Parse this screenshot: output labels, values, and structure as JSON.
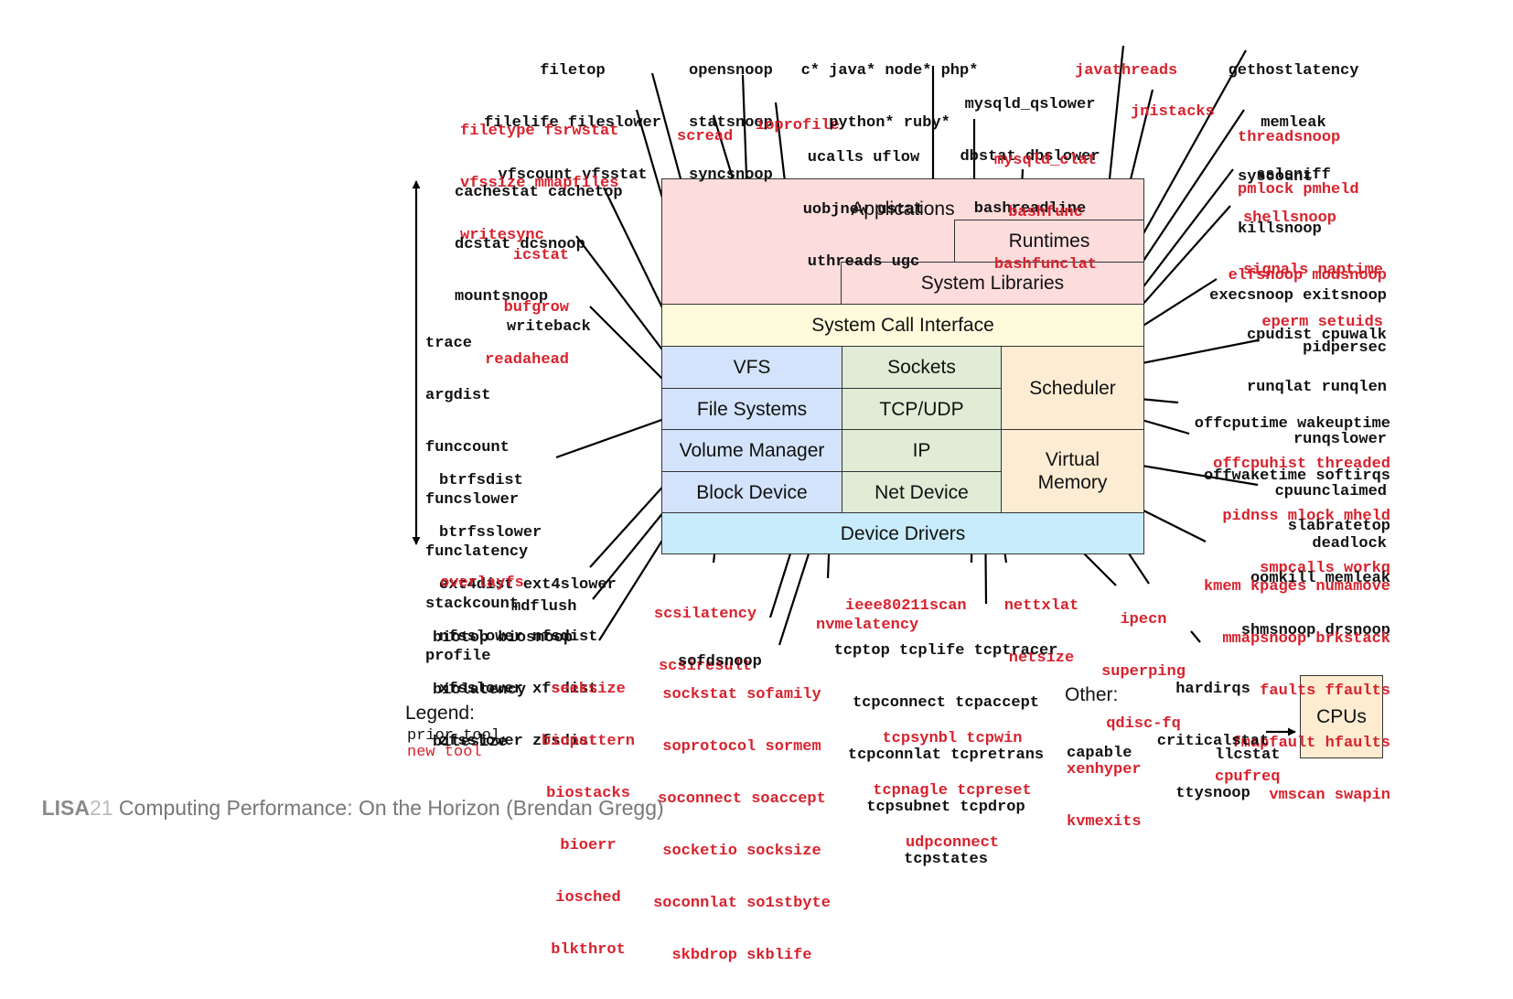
{
  "diagram": {
    "colors": {
      "prior_tool": "#111111",
      "new_tool": "#d8222d",
      "applications": "#fddcdc",
      "syscall": "#fefbdc",
      "storage": "#d3e3fb",
      "network": "#e0ecd6",
      "cpu_mem": "#fdecd4",
      "drivers": "#c8ecfb",
      "cpus": "#fdecd0"
    },
    "layers": {
      "applications": "Applications",
      "runtimes": "Runtimes",
      "system_libraries": "System Libraries",
      "system_call_interface": "System Call Interface",
      "vfs": "VFS",
      "file_systems": "File Systems",
      "volume_manager": "Volume Manager",
      "block_device": "Block Device",
      "sockets": "Sockets",
      "tcp_udp": "TCP/UDP",
      "ip": "IP",
      "net_device": "Net Device",
      "scheduler": "Scheduler",
      "virtual_memory_1": "Virtual",
      "virtual_memory_2": "Memory",
      "device_drivers": "Device Drivers",
      "cpus": "CPUs"
    },
    "tool_groups": [
      {
        "id": "filetop",
        "new": false,
        "lines": [
          "filetop",
          "filelife fileslower",
          "vfscount vfsstat"
        ]
      },
      {
        "id": "filetype",
        "new": true,
        "lines": [
          "filetype fsrwstat",
          "vfssize mmapfiles",
          "writesync"
        ]
      },
      {
        "id": "opensnoop",
        "new": false,
        "lines": [
          "opensnoop",
          "statsnoop",
          "syncsnoop"
        ]
      },
      {
        "id": "scread",
        "new": true,
        "lines": [
          "scread"
        ]
      },
      {
        "id": "ioprofile",
        "new": true,
        "lines": [
          "ioprofile"
        ]
      },
      {
        "id": "usdt",
        "new": false,
        "lines": [
          "c* java* node* php*",
          "python* ruby*"
        ]
      },
      {
        "id": "ucalls",
        "new": false,
        "lines": [
          "ucalls uflow",
          "uobjnew ustat",
          "uthreads ugc"
        ]
      },
      {
        "id": "mysqld",
        "new": false,
        "lines": [
          "mysqld_qslower",
          "dbstat dbslower",
          "bashreadline"
        ]
      },
      {
        "id": "mysqld_clat",
        "new": true,
        "lines": [
          "mysqld_clat",
          "bashfunc",
          "bashfunclat"
        ]
      },
      {
        "id": "javathreads",
        "new": true,
        "lines": [
          "javathreads"
        ]
      },
      {
        "id": "jnistacks",
        "new": true,
        "lines": [
          "jnistacks"
        ]
      },
      {
        "id": "gethostlatency",
        "new": false,
        "lines": [
          "gethostlatency",
          "memleak",
          "sslsniff"
        ]
      },
      {
        "id": "threadsnoop",
        "new": true,
        "lines": [
          "threadsnoop",
          "pmlock pmheld"
        ]
      },
      {
        "id": "syscount",
        "new": false,
        "lines": [
          "syscount",
          "killsnoop"
        ]
      },
      {
        "id": "shellsnoop",
        "new": true,
        "lines": [
          "shellsnoop",
          "signals naptime",
          "eperm setuids"
        ]
      },
      {
        "id": "elfsnoop",
        "new": true,
        "lines": [
          "elfsnoop modsnoop"
        ]
      },
      {
        "id": "execsnoop",
        "new": false,
        "lines": [
          "execsnoop exitsnoop",
          "pidpersec"
        ]
      },
      {
        "id": "cpudist",
        "new": false,
        "lines": [
          "cpudist cpuwalk",
          "runqlat runqlen",
          "runqslower",
          "cpuunclaimed",
          "deadlock"
        ]
      },
      {
        "id": "offcputime",
        "new": false,
        "lines": [
          "offcputime wakeuptime",
          "offwaketime softirqs"
        ]
      },
      {
        "id": "offcpuhist",
        "new": true,
        "lines": [
          "offcpuhist threaded",
          "pidnss mlock mheld",
          "smpcalls workq"
        ]
      },
      {
        "id": "slabratetop",
        "new": false,
        "lines": [
          "slabratetop",
          "oomkill memleak",
          "shmsnoop drsnoop"
        ]
      },
      {
        "id": "kmem",
        "new": true,
        "lines": [
          "kmem kpages numamove",
          "mmapsnoop brkstack",
          "faults ffaults",
          "fmapfault hfaults",
          "vmscan swapin"
        ]
      },
      {
        "id": "cachestat",
        "new": false,
        "lines": [
          "cachestat cachetop",
          "dcstat dcsnoop",
          "mountsnoop"
        ]
      },
      {
        "id": "icstat",
        "new": true,
        "lines": [
          "icstat",
          "bufgrow",
          "readahead"
        ]
      },
      {
        "id": "writeback",
        "new": false,
        "lines": [
          "writeback"
        ]
      },
      {
        "id": "trace",
        "new": false,
        "lines": [
          "trace",
          "argdist",
          "funccount",
          "funcslower",
          "funclatency",
          "stackcount",
          "profile"
        ]
      },
      {
        "id": "btrfsdist",
        "new": false,
        "lines": [
          "btrfsdist",
          "btrfsslower",
          "ext4dist ext4slower",
          "nfsslower nfsdist",
          "xfsslower xfsdist",
          "zfsslower zfsdist"
        ]
      },
      {
        "id": "overlayfs",
        "new": true,
        "lines": [
          "overlayfs"
        ]
      },
      {
        "id": "mdflush",
        "new": false,
        "lines": [
          "mdflush"
        ]
      },
      {
        "id": "biotop",
        "new": false,
        "lines": [
          "biotop biosnoop",
          "biolatency",
          "bitesize"
        ]
      },
      {
        "id": "seeksize",
        "new": true,
        "lines": [
          "seeksize",
          "biopattern",
          "biostacks",
          "bioerr",
          "iosched",
          "blkthrot"
        ]
      },
      {
        "id": "scsilatency",
        "new": true,
        "lines": [
          "scsilatency",
          "scsiresult"
        ]
      },
      {
        "id": "sofdsnoop",
        "new": false,
        "lines": [
          "sofdsnoop"
        ]
      },
      {
        "id": "sockstat",
        "new": true,
        "lines": [
          "sockstat sofamily",
          "soprotocol sormem",
          "soconnect soaccept",
          "socketio socksize",
          "soconnlat so1stbyte",
          "skbdrop skblife"
        ]
      },
      {
        "id": "nvmelatency",
        "new": true,
        "lines": [
          "nvmelatency"
        ]
      },
      {
        "id": "ieee80211scan",
        "new": true,
        "lines": [
          "ieee80211scan"
        ]
      },
      {
        "id": "nettxlat",
        "new": true,
        "lines": [
          "nettxlat",
          "netsize"
        ]
      },
      {
        "id": "tcptop",
        "new": false,
        "lines": [
          "tcptop tcplife tcptracer",
          "tcpconnect tcpaccept",
          "tcpconnlat tcpretrans",
          "tcpsubnet tcpdrop",
          "tcpstates"
        ]
      },
      {
        "id": "tcpsynbl",
        "new": true,
        "lines": [
          "tcpsynbl tcpwin",
          "tcpnagle tcpreset",
          "udpconnect"
        ]
      },
      {
        "id": "ipecn",
        "new": true,
        "lines": [
          "ipecn",
          "superping",
          "qdisc-fq"
        ]
      },
      {
        "id": "hardirqs",
        "new": false,
        "lines": [
          "hardirqs",
          "criticalstat",
          "ttysnoop"
        ]
      },
      {
        "id": "other_prior",
        "new": false,
        "lines": [
          "capable"
        ]
      },
      {
        "id": "other_new",
        "new": true,
        "lines": [
          "xenhyper",
          "kvmexits"
        ]
      },
      {
        "id": "llcstat",
        "new": false,
        "lines": [
          "llcstat"
        ]
      },
      {
        "id": "cpufreq",
        "new": true,
        "lines": [
          "cpufreq"
        ]
      }
    ],
    "other_label": "Other:",
    "legend": {
      "title": "Legend:",
      "prior": "prior tool",
      "new": "new tool"
    }
  },
  "footer": {
    "brand": "LISA",
    "brand_num": "21",
    "title": " Computing Performance: On the Horizon (Brendan Gregg)"
  }
}
